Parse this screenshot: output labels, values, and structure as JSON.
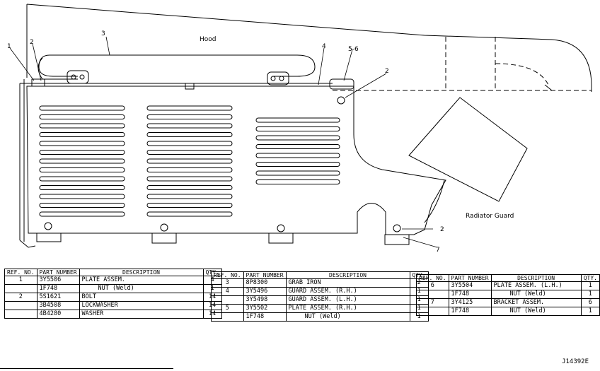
{
  "labels": {
    "hood": "Hood",
    "radiator_guard": "Radiator Guard",
    "callouts": [
      "1",
      "2",
      "3",
      "4",
      "5-6",
      "2",
      "2",
      "7"
    ]
  },
  "table_headers": {
    "ref_no": "REF. NO.",
    "part_number": "PART NUMBER",
    "description": "DESCRIPTION",
    "qty": "QTY."
  },
  "tables": [
    {
      "rows": [
        {
          "ref": "1",
          "part": "3Y5506",
          "desc": "PLATE ASSEM.",
          "qty": "4"
        },
        {
          "ref": "",
          "part": "1F748",
          "desc": "NUT (Weld)",
          "qty": "1",
          "sub": true
        },
        {
          "ref": "2",
          "part": "5S1621",
          "desc": "BOLT",
          "qty": "14"
        },
        {
          "ref": "",
          "part": "3B4508",
          "desc": "LOCKWASHER",
          "qty": "14"
        },
        {
          "ref": "",
          "part": "4B4280",
          "desc": "WASHER",
          "qty": "14"
        }
      ]
    },
    {
      "rows": [
        {
          "ref": "3",
          "part": "8P8300",
          "desc": "GRAB IRON",
          "qty": "2"
        },
        {
          "ref": "4",
          "part": "3Y5496",
          "desc": "GUARD ASSEM. (R.H.)",
          "qty": "1"
        },
        {
          "ref": "",
          "part": "3Y5498",
          "desc": "GUARD ASSEM. (L.H.)",
          "qty": "1"
        },
        {
          "ref": "5",
          "part": "3Y5502",
          "desc": "PLATE ASSEM. (R.H.)",
          "qty": "1"
        },
        {
          "ref": "",
          "part": "1F748",
          "desc": "NUT (Weld)",
          "qty": "1",
          "sub": true
        }
      ]
    },
    {
      "rows": [
        {
          "ref": "6",
          "part": "3Y5504",
          "desc": "PLATE ASSEM. (L.H.)",
          "qty": "1"
        },
        {
          "ref": "",
          "part": "1F748",
          "desc": "NUT (Weld)",
          "qty": "1",
          "sub": true
        },
        {
          "ref": "7",
          "part": "3Y4125",
          "desc": "BRACKET ASSEM.",
          "qty": "6"
        },
        {
          "ref": "",
          "part": "1F748",
          "desc": "NUT (Weld)",
          "qty": "1",
          "sub": true
        }
      ]
    }
  ],
  "figure_id": "J14392E"
}
